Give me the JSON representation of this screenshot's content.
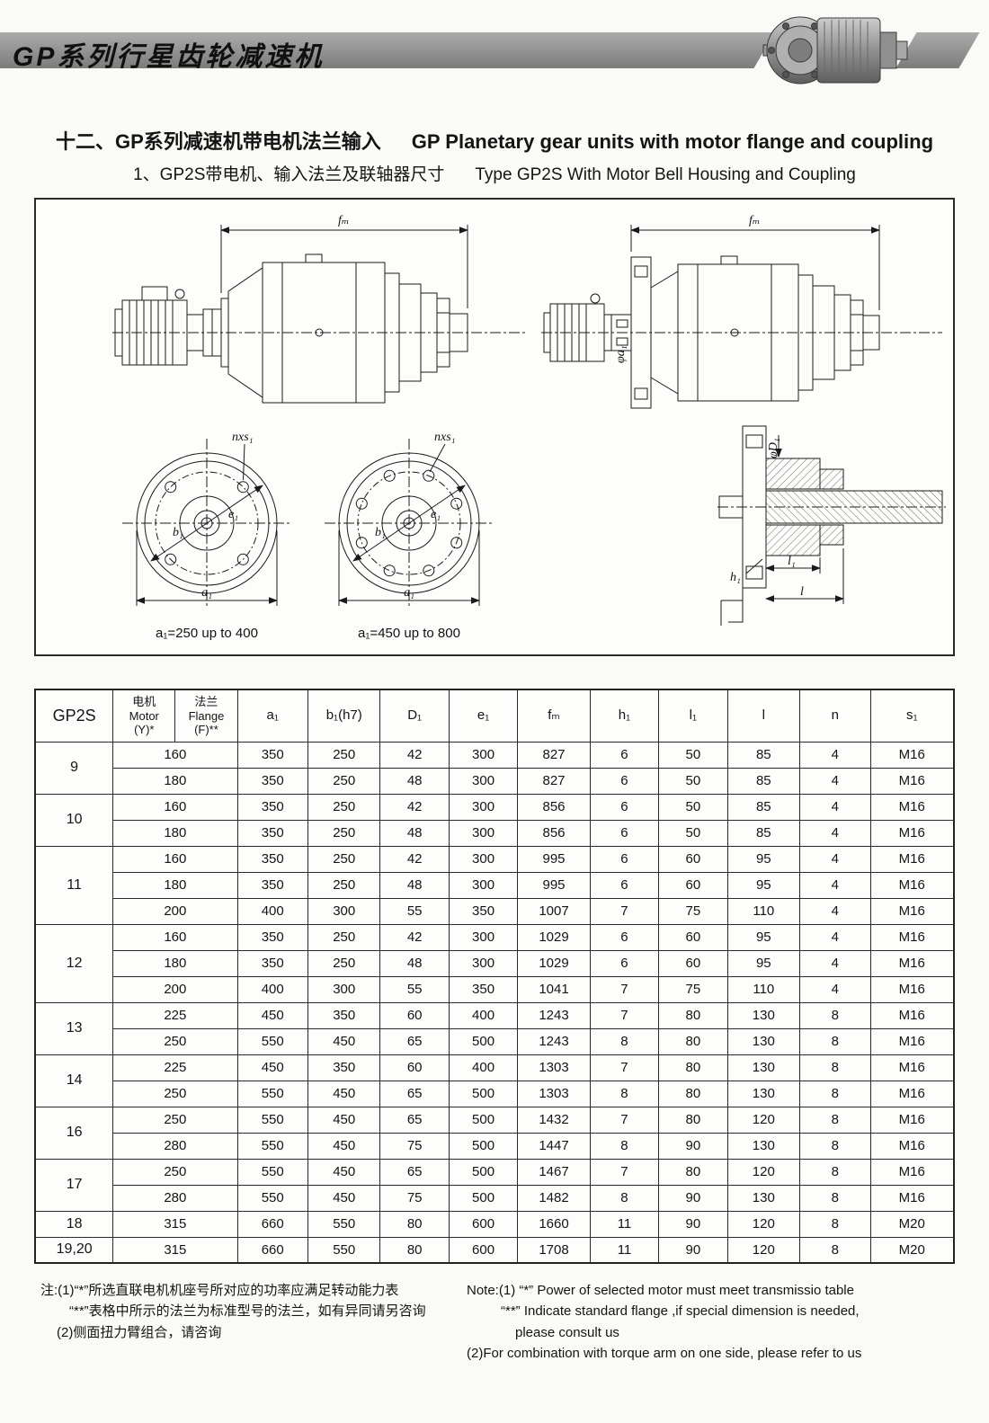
{
  "header": {
    "title": "GP系列行星齿轮减速机"
  },
  "section": {
    "line1_zh": "十二、GP系列减速机带电机法兰输入",
    "line1_en": "GP Planetary gear units with motor flange and coupling",
    "line2_zh": "1、GP2S带电机、输入法兰及联轴器尺寸",
    "line2_en": "Type GP2S With Motor Bell Housing and Coupling"
  },
  "diagram": {
    "fm_label": "fₘ",
    "nxs1_label": "nxs₁",
    "b1_label": "b₁",
    "e1_label": "e₁",
    "a1_label": "a₁",
    "phi_a1_label": "φa₁",
    "phi_d1_label": "φD₁",
    "h1_label": "h₁",
    "l1_label": "l₁",
    "l_label": "l",
    "caption_small": "a₁=250 up to 400",
    "caption_large": "a₁=450 up to 800"
  },
  "table": {
    "col_gp2s": "GP2S",
    "col_motor": "电机\nMotor\n(Y)*",
    "col_flange": "法兰\nFlange\n(F)**",
    "cols": [
      "a₁",
      "b₁(h7)",
      "D₁",
      "e₁",
      "fₘ",
      "h₁",
      "l₁",
      "l",
      "n",
      "s₁"
    ],
    "groups": [
      {
        "size": "9",
        "rows": [
          [
            "160",
            "350",
            "250",
            "42",
            "300",
            "827",
            "6",
            "50",
            "85",
            "4",
            "M16"
          ],
          [
            "180",
            "350",
            "250",
            "48",
            "300",
            "827",
            "6",
            "50",
            "85",
            "4",
            "M16"
          ]
        ]
      },
      {
        "size": "10",
        "rows": [
          [
            "160",
            "350",
            "250",
            "42",
            "300",
            "856",
            "6",
            "50",
            "85",
            "4",
            "M16"
          ],
          [
            "180",
            "350",
            "250",
            "48",
            "300",
            "856",
            "6",
            "50",
            "85",
            "4",
            "M16"
          ]
        ]
      },
      {
        "size": "11",
        "rows": [
          [
            "160",
            "350",
            "250",
            "42",
            "300",
            "995",
            "6",
            "60",
            "95",
            "4",
            "M16"
          ],
          [
            "180",
            "350",
            "250",
            "48",
            "300",
            "995",
            "6",
            "60",
            "95",
            "4",
            "M16"
          ],
          [
            "200",
            "400",
            "300",
            "55",
            "350",
            "1007",
            "7",
            "75",
            "110",
            "4",
            "M16"
          ]
        ]
      },
      {
        "size": "12",
        "rows": [
          [
            "160",
            "350",
            "250",
            "42",
            "300",
            "1029",
            "6",
            "60",
            "95",
            "4",
            "M16"
          ],
          [
            "180",
            "350",
            "250",
            "48",
            "300",
            "1029",
            "6",
            "60",
            "95",
            "4",
            "M16"
          ],
          [
            "200",
            "400",
            "300",
            "55",
            "350",
            "1041",
            "7",
            "75",
            "110",
            "4",
            "M16"
          ]
        ]
      },
      {
        "size": "13",
        "rows": [
          [
            "225",
            "450",
            "350",
            "60",
            "400",
            "1243",
            "7",
            "80",
            "130",
            "8",
            "M16"
          ],
          [
            "250",
            "550",
            "450",
            "65",
            "500",
            "1243",
            "8",
            "80",
            "130",
            "8",
            "M16"
          ]
        ]
      },
      {
        "size": "14",
        "rows": [
          [
            "225",
            "450",
            "350",
            "60",
            "400",
            "1303",
            "7",
            "80",
            "130",
            "8",
            "M16"
          ],
          [
            "250",
            "550",
            "450",
            "65",
            "500",
            "1303",
            "8",
            "80",
            "130",
            "8",
            "M16"
          ]
        ]
      },
      {
        "size": "16",
        "rows": [
          [
            "250",
            "550",
            "450",
            "65",
            "500",
            "1432",
            "7",
            "80",
            "120",
            "8",
            "M16"
          ],
          [
            "280",
            "550",
            "450",
            "75",
            "500",
            "1447",
            "8",
            "90",
            "130",
            "8",
            "M16"
          ]
        ]
      },
      {
        "size": "17",
        "rows": [
          [
            "250",
            "550",
            "450",
            "65",
            "500",
            "1467",
            "7",
            "80",
            "120",
            "8",
            "M16"
          ],
          [
            "280",
            "550",
            "450",
            "75",
            "500",
            "1482",
            "8",
            "90",
            "130",
            "8",
            "M16"
          ]
        ]
      },
      {
        "size": "18",
        "rows": [
          [
            "315",
            "660",
            "550",
            "80",
            "600",
            "1660",
            "11",
            "90",
            "120",
            "8",
            "M20"
          ]
        ]
      },
      {
        "size": "19,20",
        "rows": [
          [
            "315",
            "660",
            "550",
            "80",
            "600",
            "1708",
            "11",
            "90",
            "120",
            "8",
            "M20"
          ]
        ]
      }
    ]
  },
  "notes": {
    "zh_1": "注:(1)“*”所选直联电机机座号所对应的功率应满足转动能力表",
    "zh_2": "“**”表格中所示的法兰为标准型号的法兰，如有异同请另咨询",
    "zh_3": "(2)侧面扭力臂组合，请咨询",
    "en_1": "Note:(1) “*” Power of selected motor must meet transmissio table",
    "en_2": "“**” Indicate standard flange ,if special dimension is needed,",
    "en_3": "please  consult us",
    "en_4": "(2)For combination with torque arm on one side, please refer to us"
  }
}
